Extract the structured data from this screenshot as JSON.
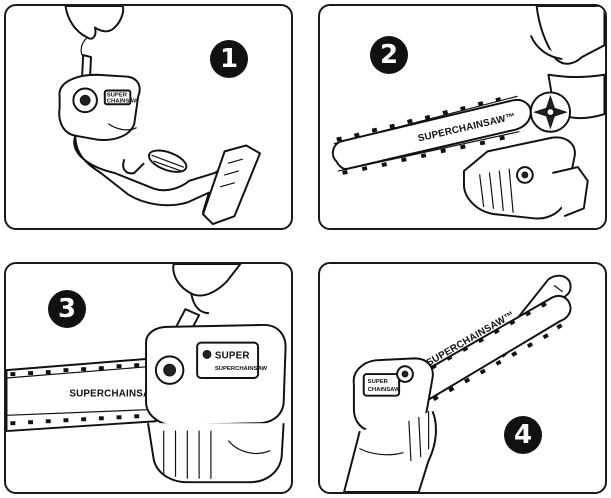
{
  "steps": [
    {
      "number": "1",
      "brand_text": "",
      "label_lines": [
        "SUPER",
        "CHAINSAW"
      ]
    },
    {
      "number": "2",
      "brand_text": "SUPERCHAINSAW™",
      "label_lines": []
    },
    {
      "number": "3",
      "brand_text": "SUPERCHAINSAW™",
      "label_lines": [
        "SUPER",
        "SUPERCHAINSAW"
      ]
    },
    {
      "number": "4",
      "brand_text": "SUPERCHAINSAW™",
      "label_lines": [
        "SUPER",
        "CHAINSAW"
      ]
    }
  ]
}
